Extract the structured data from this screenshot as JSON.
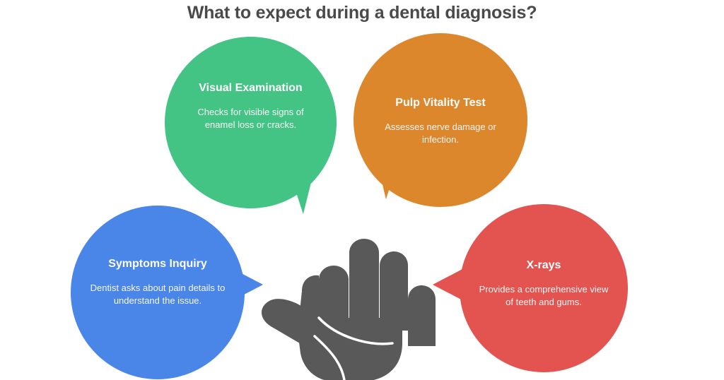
{
  "page": {
    "title": "What to expect during a dental diagnosis?",
    "background_color": "#ffffff"
  },
  "center_graphic": {
    "icon_name": "open-hand-palm",
    "color": "#595959",
    "crease_color": "#ffffff",
    "fingers": 5
  },
  "bubbles": [
    {
      "id": "visual-examination",
      "title": "Visual Examination",
      "description": "Checks for visible signs of enamel loss or cracks.",
      "color": "#43c485",
      "text_color": "#ffffff",
      "position": "top-left",
      "tail_direction": "down-right"
    },
    {
      "id": "pulp-vitality-test",
      "title": "Pulp Vitality Test",
      "description": "Assesses nerve damage or infection.",
      "color": "#dd872d",
      "text_color": "#ffffff",
      "position": "top-right",
      "tail_direction": "down-left"
    },
    {
      "id": "symptoms-inquiry",
      "title": "Symptoms Inquiry",
      "description": "Dentist asks about pain details to understand the issue.",
      "color": "#4a86e8",
      "text_color": "#ffffff",
      "position": "bottom-left",
      "tail_direction": "right"
    },
    {
      "id": "x-rays",
      "title": "X-rays",
      "description": "Provides a comprehensive view of teeth and gums.",
      "color": "#e35350",
      "text_color": "#ffffff",
      "position": "bottom-right",
      "tail_direction": "left"
    }
  ]
}
